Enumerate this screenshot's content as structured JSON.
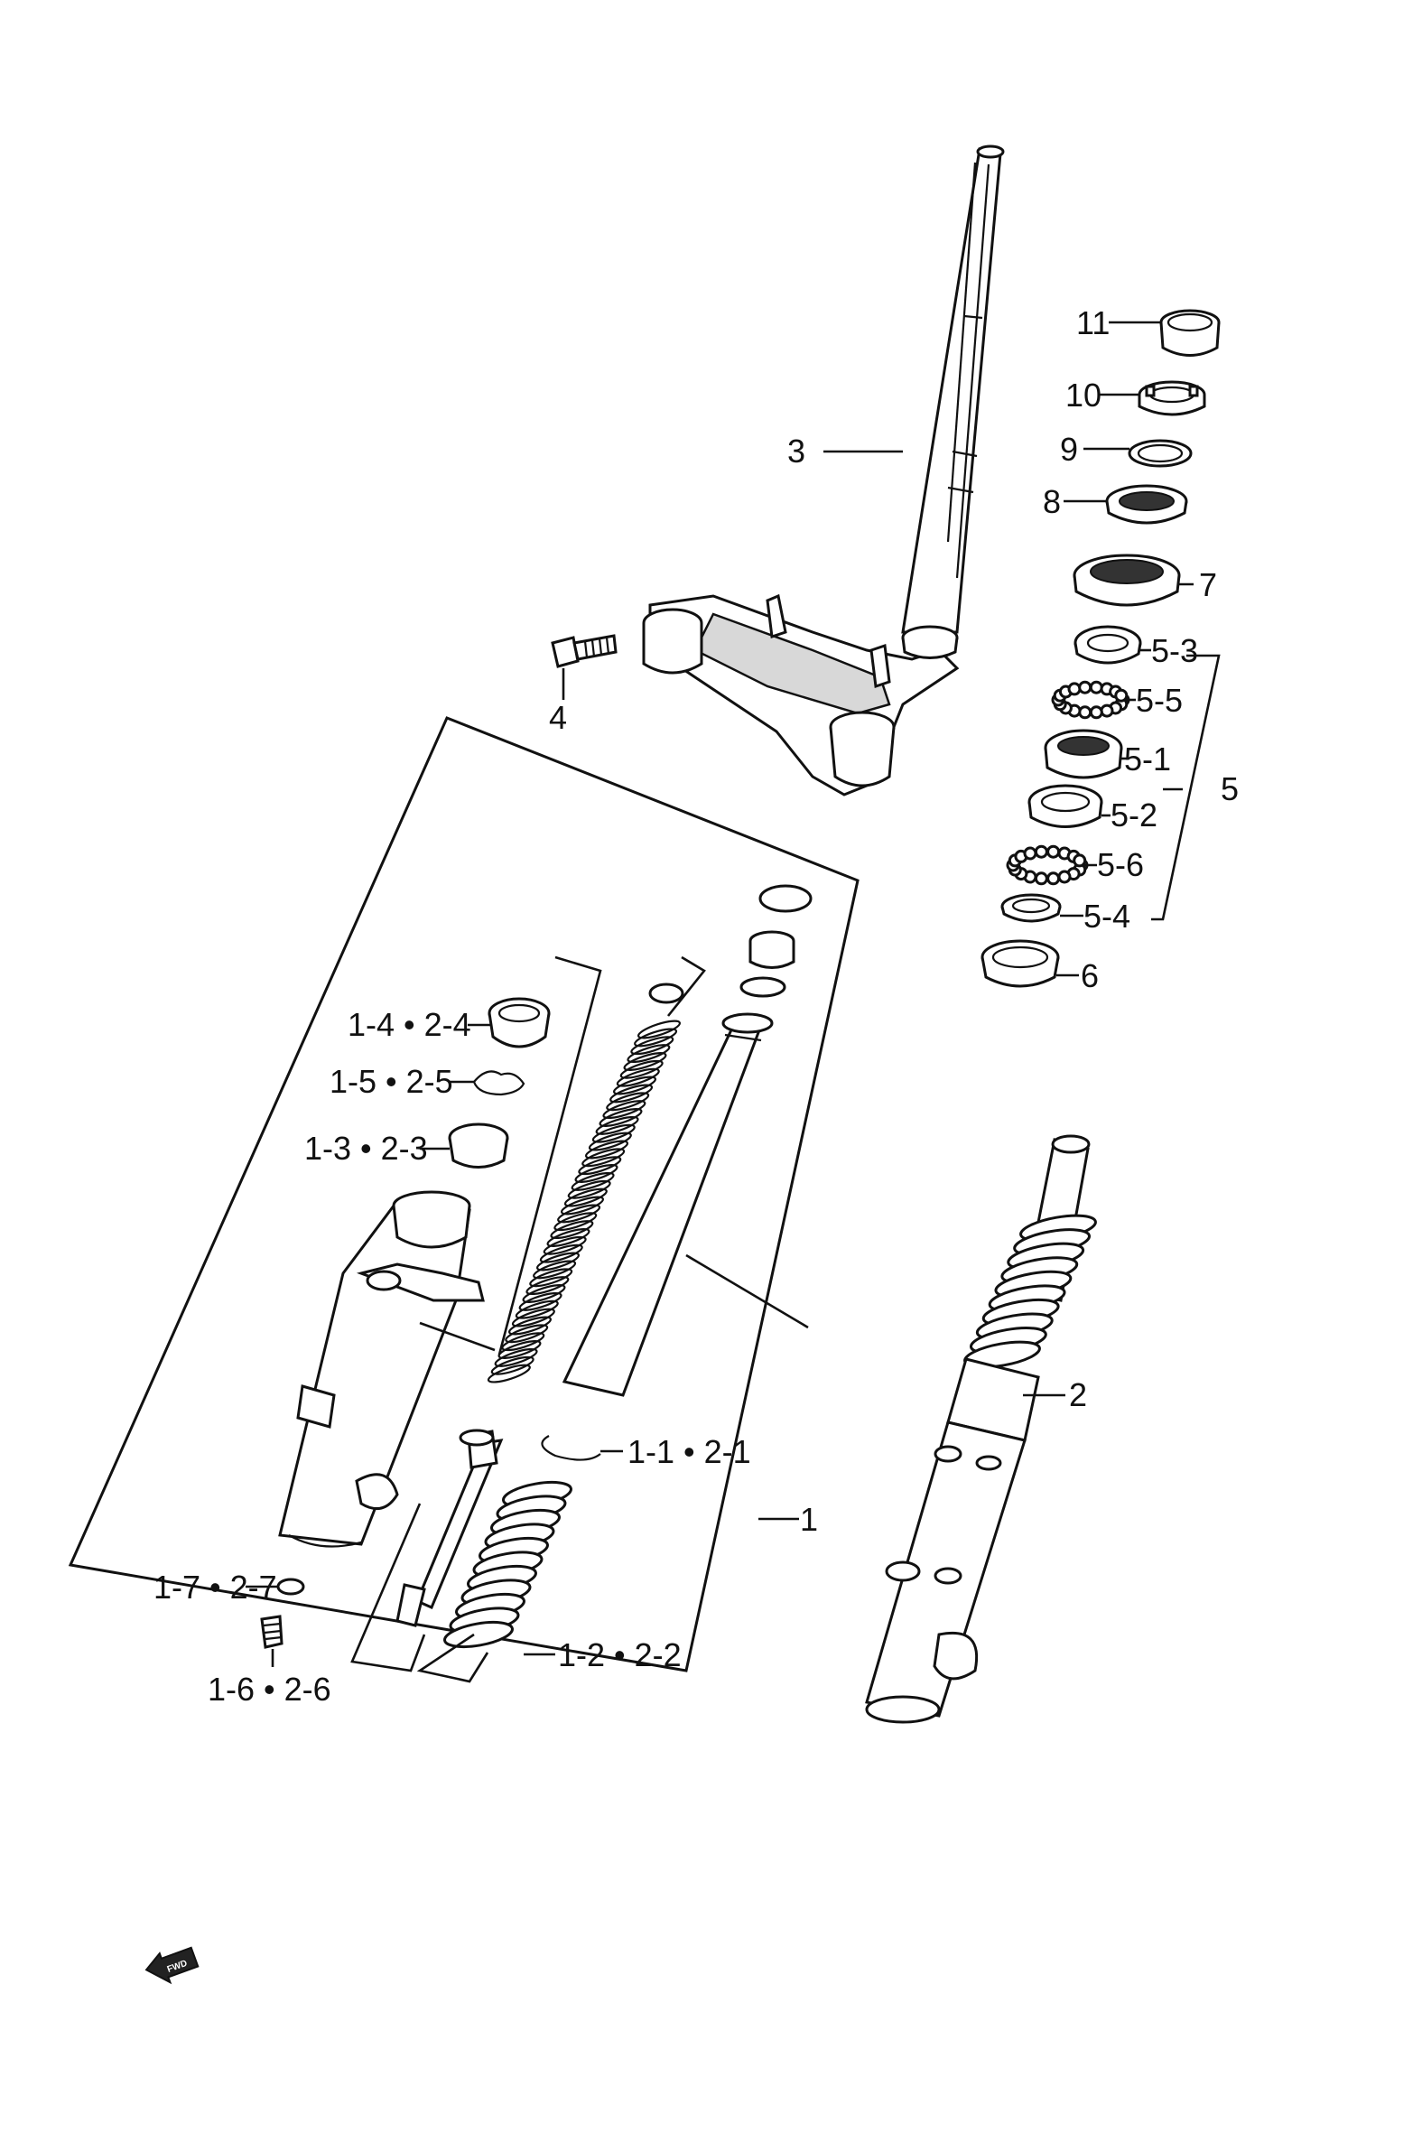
{
  "callouts": {
    "p11": "11",
    "p10": "10",
    "p9": "9",
    "p8": "8",
    "p7": "7",
    "p3": "3",
    "p4": "4",
    "p5_3": "5-3",
    "p5_5": "5-5",
    "p5_1": "5-1",
    "p5_2": "5-2",
    "p5_6": "5-6",
    "p5_4": "5-4",
    "p5": "5",
    "p6": "6",
    "p1_4": "1-4 • 2-4",
    "p1_5": "1-5 • 2-5",
    "p1_3": "1-3 • 2-3",
    "p1_1": "1-1 • 2-1",
    "p1": "1",
    "p2": "2",
    "p1_7": "1-7 • 2-7",
    "p1_6": "1-6 • 2-6",
    "p1_2": "1-2 • 2-2"
  },
  "fwd_badge": "FWD"
}
